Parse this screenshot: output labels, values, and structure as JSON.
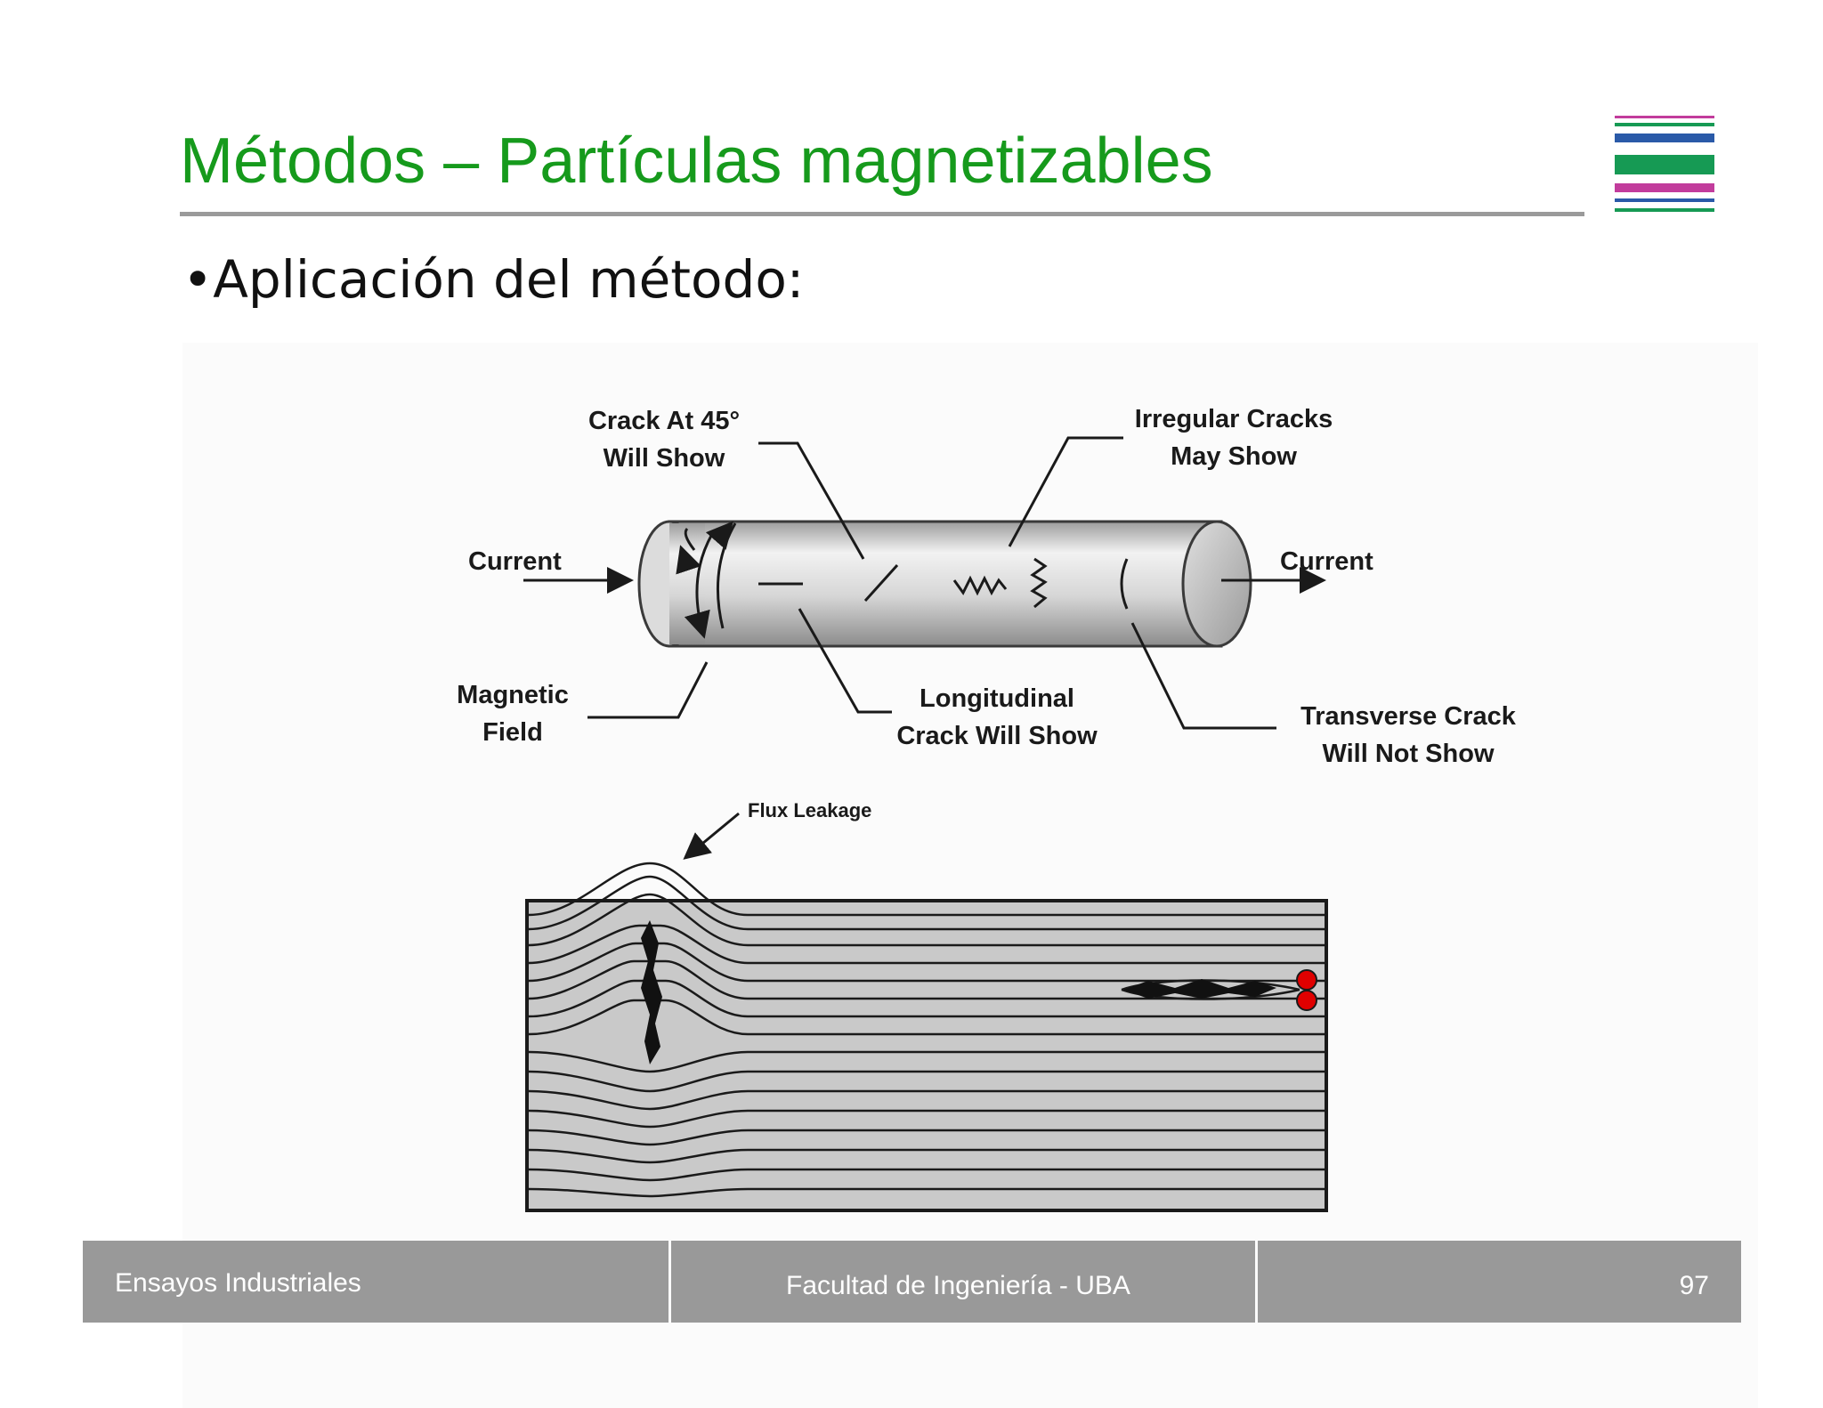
{
  "slide": {
    "title": "Métodos – Partículas magnetizables",
    "bullet": "•Aplicación del método:"
  },
  "diagram_top": {
    "crack_45_line1": "Crack At 45°",
    "crack_45_line2": "Will Show",
    "irregular_line1": "Irregular Cracks",
    "irregular_line2": "May Show",
    "current_left": "Current",
    "current_right": "Current",
    "magnetic_line1": "Magnetic",
    "magnetic_line2": "Field",
    "longitudinal_line1": "Longitudinal",
    "longitudinal_line2": "Crack Will Show",
    "transverse_line1": "Transverse Crack",
    "transverse_line2": "Will Not Show"
  },
  "diagram_bottom": {
    "flux_leakage": "Flux Leakage"
  },
  "footer": {
    "left": "Ensayos Industriales",
    "center": "Facultad de Ingeniería - UBA",
    "page": "97"
  },
  "colors": {
    "title": "#169a1c",
    "footer_bg": "#999999",
    "logo_stripes": [
      "#c23c9c",
      "#169a54",
      "#2a5aa8",
      "#169a54",
      "#c23c9c",
      "#2a5aa8",
      "#169a54"
    ],
    "marker": "#e00000"
  }
}
